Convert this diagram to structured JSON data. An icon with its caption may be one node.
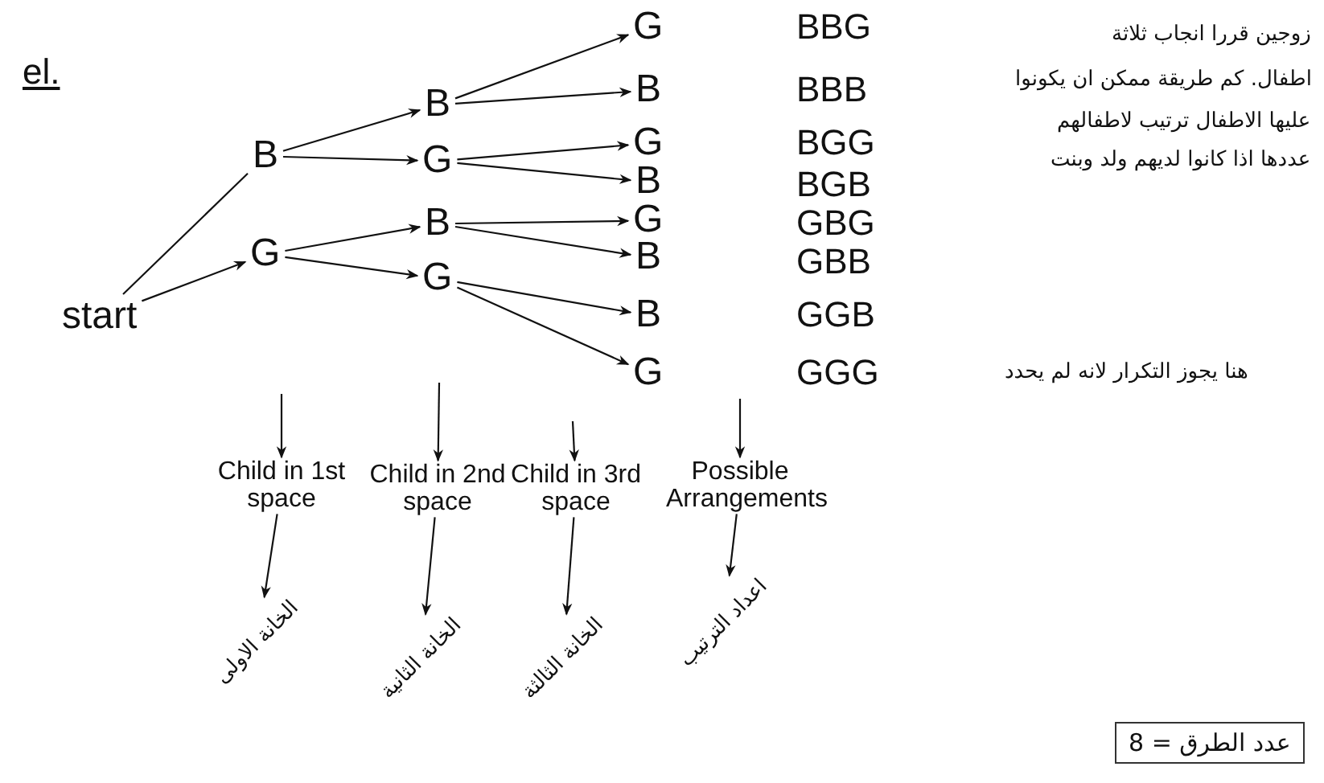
{
  "diagram": {
    "nodes": [
      {
        "text": [
          "start"
        ]
      },
      {
        "text": [
          "B"
        ]
      },
      {
        "text": [
          "G"
        ]
      },
      {
        "text": [
          "B"
        ]
      },
      {
        "text": [
          "G"
        ]
      },
      {
        "text": [
          "B"
        ]
      },
      {
        "text": [
          "G"
        ]
      },
      {
        "text": [
          "G"
        ]
      },
      {
        "text": [
          "B"
        ]
      },
      {
        "text": [
          "G"
        ]
      },
      {
        "text": [
          "B"
        ]
      },
      {
        "text": [
          "G"
        ]
      },
      {
        "text": [
          "B"
        ]
      },
      {
        "text": [
          "B"
        ]
      },
      {
        "text": [
          "G"
        ]
      },
      {
        "text": [
          "Child in 1st space"
        ]
      },
      {
        "text": [
          "Child in 2nd space"
        ]
      },
      {
        "text": [
          "Child in 3rd space"
        ]
      },
      {
        "text": [
          "Possible Arrangements"
        ]
      },
      {
        "text": [
          "الخانة الاولى"
        ]
      },
      {
        "text": [
          "الخانة الثانية"
        ]
      },
      {
        "text": [
          "الخانة الثالثة"
        ]
      },
      {
        "text": [
          "اعداد الترتيب"
        ]
      },
      {
        "text": [
          "عدد الطرق = 8"
        ]
      }
    ],
    "edges": [
      {
        "from": 0,
        "to": 1,
        "arrow": "none"
      },
      {
        "from": 0,
        "to": 2,
        "arrow": "to"
      },
      {
        "from": 1,
        "to": 3,
        "arrow": "to"
      },
      {
        "from": 1,
        "to": 4,
        "arrow": "to"
      },
      {
        "from": 2,
        "to": 5,
        "arrow": "to"
      },
      {
        "from": 2,
        "to": 6,
        "arrow": "to"
      },
      {
        "from": 3,
        "to": 7,
        "arrow": "to"
      },
      {
        "from": 3,
        "to": 8,
        "arrow": "to"
      },
      {
        "from": 4,
        "to": 9,
        "arrow": "to"
      },
      {
        "from": 4,
        "to": 10,
        "arrow": "to"
      },
      {
        "from": 5,
        "to": 11,
        "arrow": "to"
      },
      {
        "from": 5,
        "to": 12,
        "arrow": "to"
      },
      {
        "from": 6,
        "to": 13,
        "arrow": "to"
      },
      {
        "from": 6,
        "to": 14,
        "arrow": "to"
      },
      {
        "from": null,
        "to": 15,
        "arrow": "to"
      },
      {
        "from": null,
        "to": 16,
        "arrow": "to"
      },
      {
        "from": null,
        "to": 17,
        "arrow": "to"
      },
      {
        "from": null,
        "to": 18,
        "arrow": "to"
      },
      {
        "from": 15,
        "to": 19,
        "arrow": "to"
      },
      {
        "from": 16,
        "to": 20,
        "arrow": "to"
      },
      {
        "from": 17,
        "to": 21,
        "arrow": "to"
      },
      {
        "from": 18,
        "to": 22,
        "arrow": "to"
      }
    ],
    "labels": [
      "el.",
      "BBG",
      "BBB",
      "BGG",
      "BGB",
      "GBG",
      "GBB",
      "GGB",
      "GGG",
      "زوجين قررا انجاب ثلاثة",
      "اطفال. كم طريقة ممكن ان يكونوا",
      "عليها الاطفال ترتيب لاطفالهم",
      "عددها اذا كانوا لديهم ولد وبنت",
      "هنا يجوز التكرار لانه لم يحدد"
    ]
  }
}
